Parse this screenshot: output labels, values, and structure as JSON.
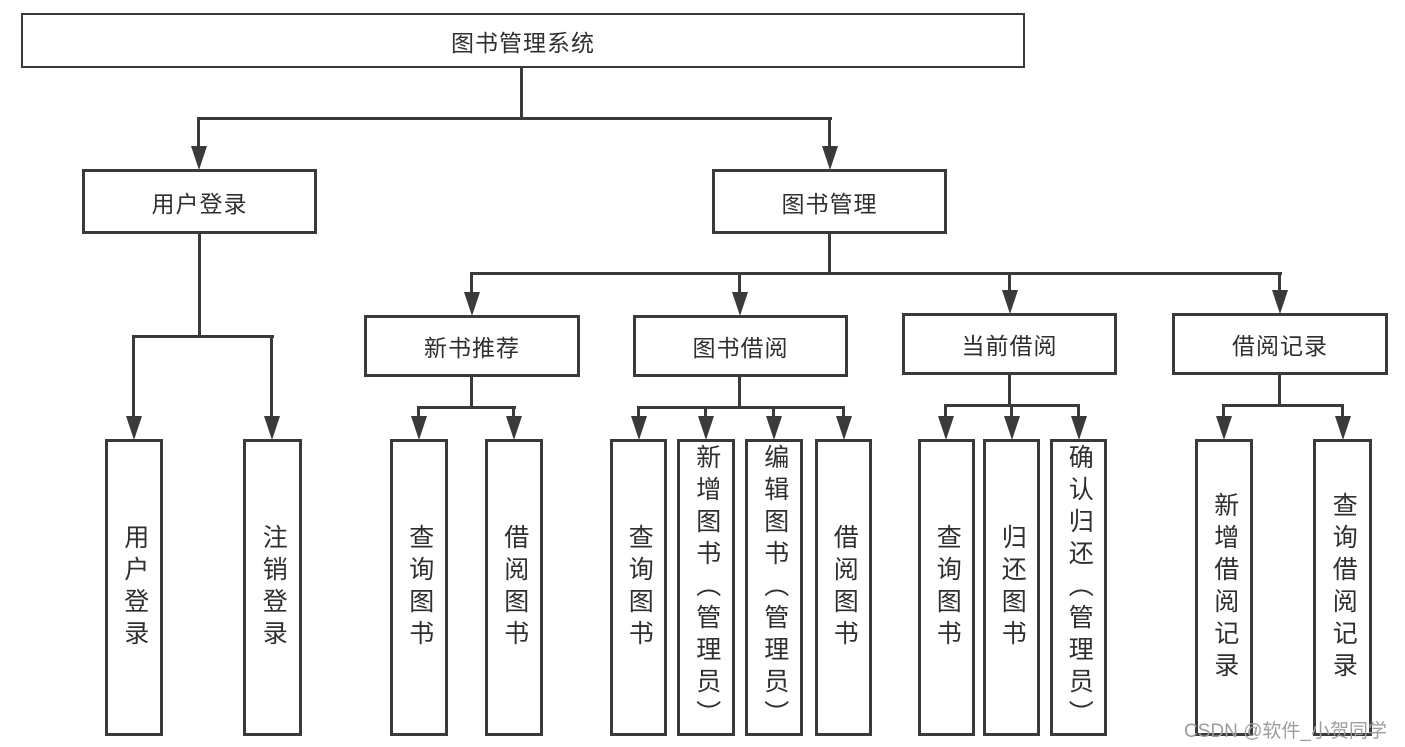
{
  "diagram": {
    "type": "tree-flowchart",
    "root": {
      "label": "图书管理系统"
    },
    "level2": [
      {
        "id": "user-login",
        "label": "用户登录",
        "parent": "图书管理系统"
      },
      {
        "id": "book-management",
        "label": "图书管理",
        "parent": "图书管理系统"
      }
    ],
    "level3": [
      {
        "id": "new-book-recommend",
        "label": "新书推荐",
        "parent": "图书管理"
      },
      {
        "id": "book-borrow",
        "label": "图书借阅",
        "parent": "图书管理"
      },
      {
        "id": "current-borrow",
        "label": "当前借阅",
        "parent": "图书管理"
      },
      {
        "id": "borrow-records",
        "label": "借阅记录",
        "parent": "图书管理"
      }
    ],
    "leaves": [
      {
        "label": "用户登录",
        "parent": "用户登录"
      },
      {
        "label": "注销登录",
        "parent": "用户登录"
      },
      {
        "label": "查询图书",
        "parent": "新书推荐"
      },
      {
        "label": "借阅图书",
        "parent": "新书推荐"
      },
      {
        "label": "查询图书",
        "parent": "图书借阅"
      },
      {
        "label": "新增图书（管理员）",
        "parent": "图书借阅"
      },
      {
        "label": "编辑图书（管理员）",
        "parent": "图书借阅"
      },
      {
        "label": "借阅图书",
        "parent": "图书借阅"
      },
      {
        "label": "查询图书",
        "parent": "当前借阅"
      },
      {
        "label": "归还图书",
        "parent": "当前借阅"
      },
      {
        "label": "确认归还（管理员）",
        "parent": "当前借阅"
      },
      {
        "label": "新增借阅记录",
        "parent": "借阅记录"
      },
      {
        "label": "查询借阅记录",
        "parent": "借阅记录"
      }
    ],
    "watermark": "CSDN @软件_小贺同学",
    "colors": {
      "line": "#3a3a3a",
      "text": "#2f2f2f",
      "background": "#ffffff",
      "watermark": "#9d9d9d"
    }
  }
}
